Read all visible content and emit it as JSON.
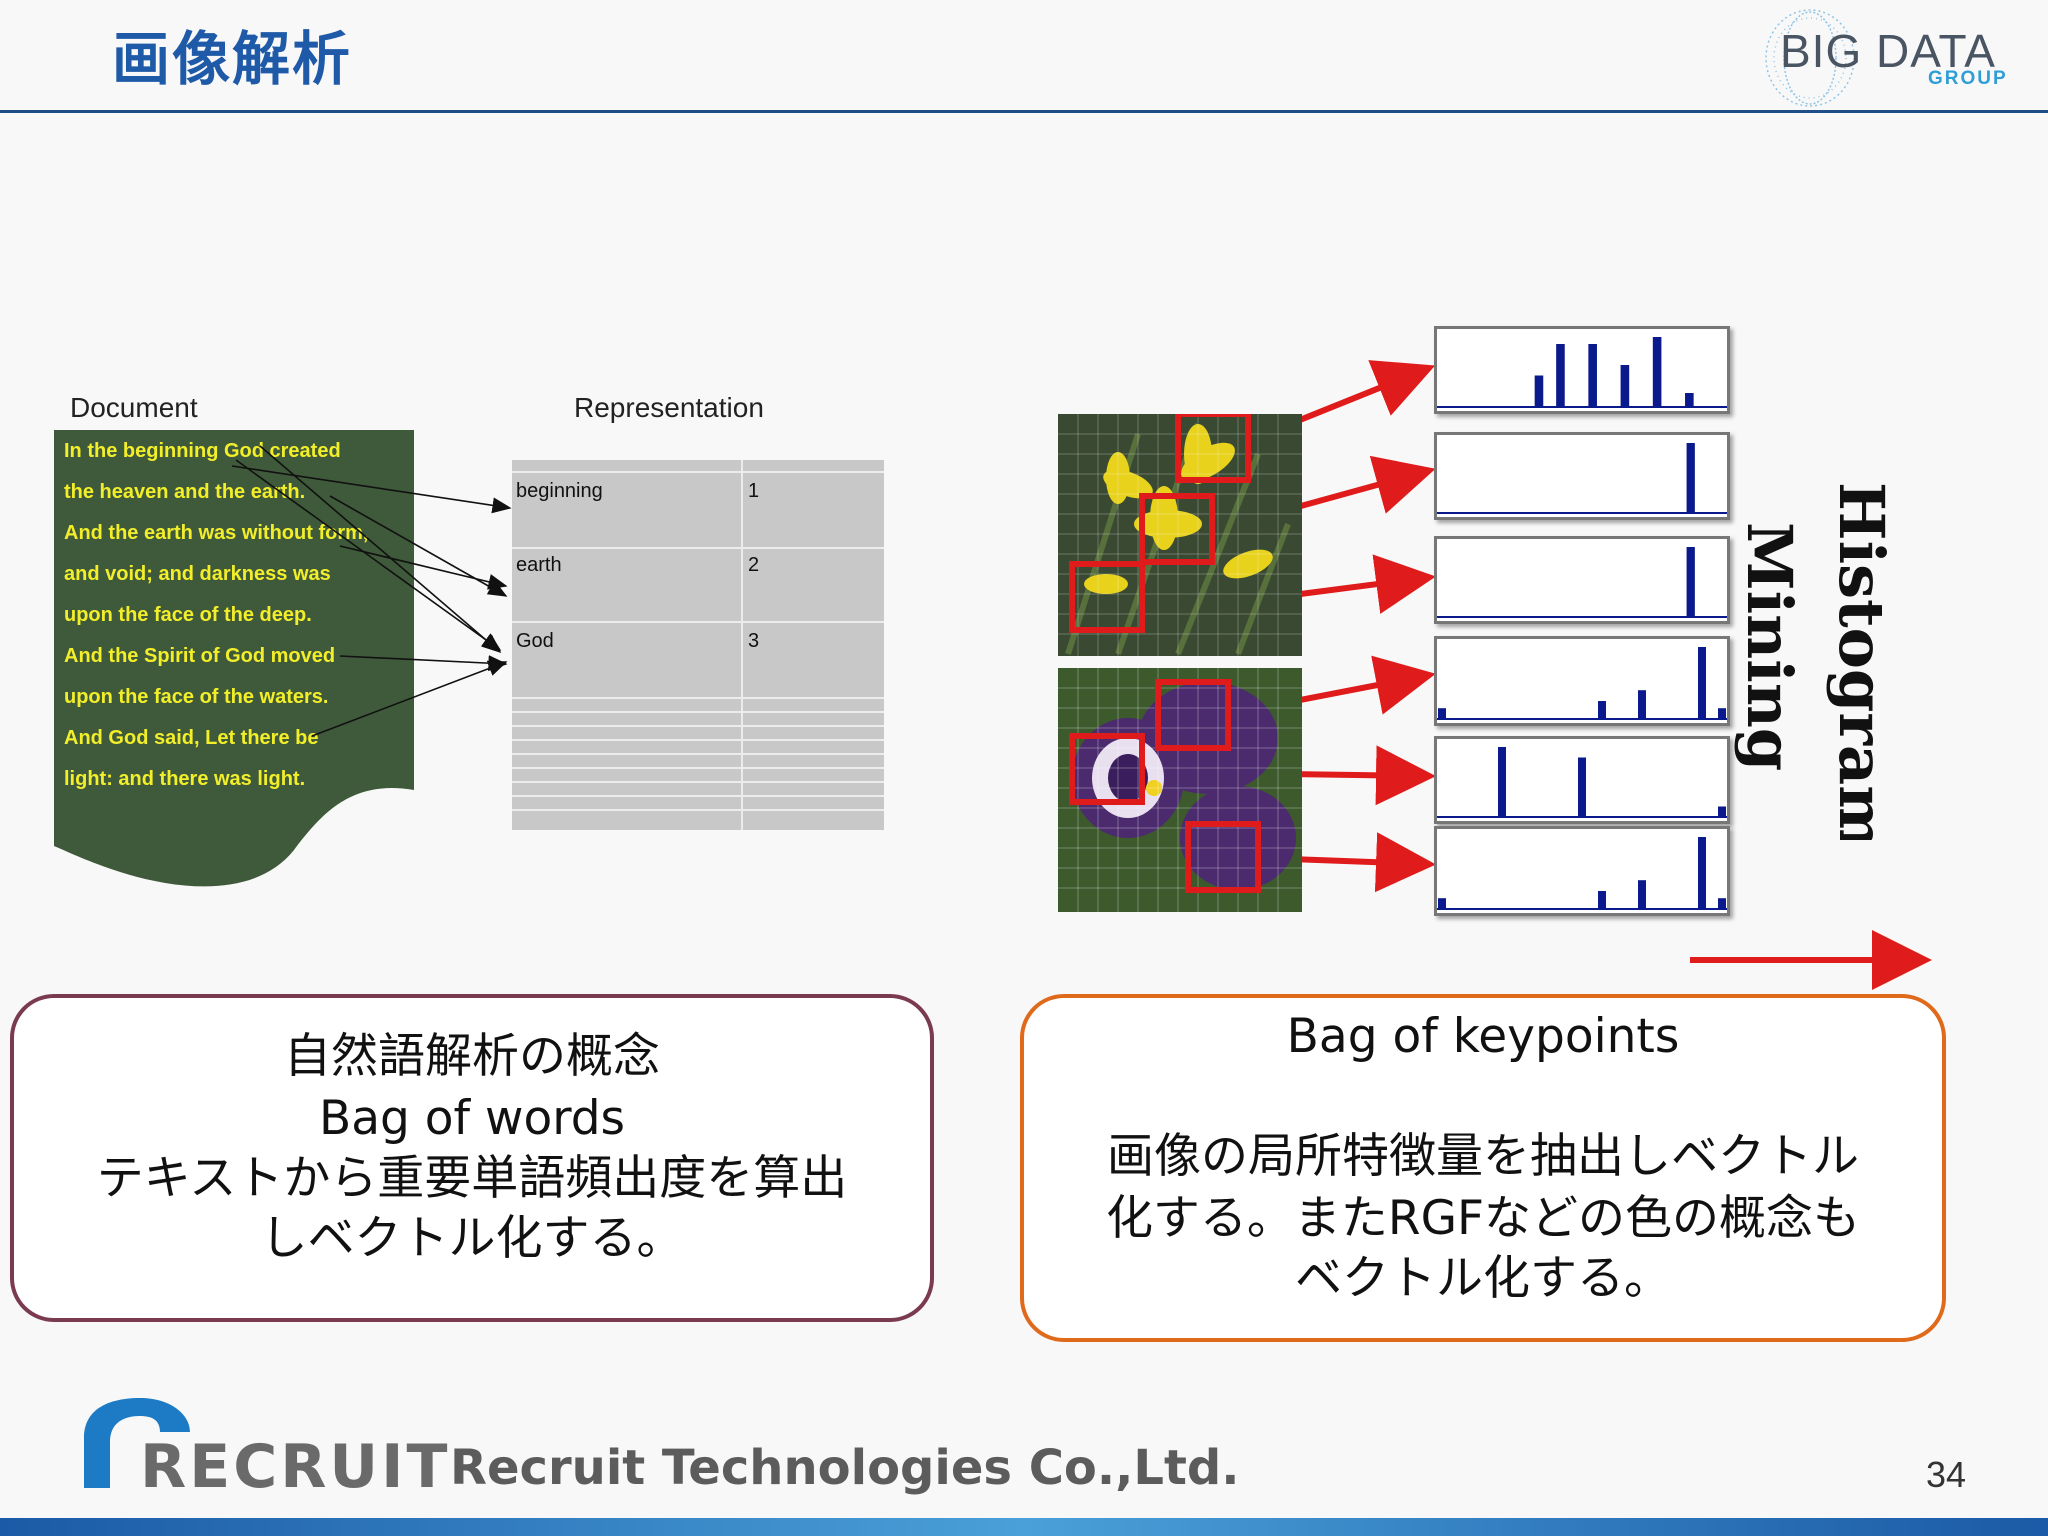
{
  "header": {
    "title": "画像解析",
    "logo_main": "BIG DATA",
    "logo_sub": "GROUP"
  },
  "diagram_left": {
    "document_label": "Document",
    "representation_label": "Representation",
    "document_lines": [
      "In the beginning God created",
      " the heaven and the earth.",
      "And the earth was without form,",
      "and void; and darkness was",
      "upon the face of the deep.",
      "And the Spirit of God moved",
      "upon the face of the waters.",
      "And God said, Let there be",
      "light: and there was light."
    ],
    "table_rows": [
      {
        "word": "beginning",
        "count": "1"
      },
      {
        "word": "earth",
        "count": "2"
      },
      {
        "word": "God",
        "count": "3"
      }
    ]
  },
  "diagram_right": {
    "vertical_label_1": "Histogram",
    "vertical_label_2": "Mining",
    "histograms": [
      [
        0,
        0,
        0,
        0,
        0,
        0,
        0,
        0,
        0,
        0.45,
        0,
        0.9,
        0,
        0,
        0.9,
        0,
        0,
        0.6,
        0,
        0,
        1,
        0,
        0,
        0.2,
        0,
        0,
        0
      ],
      [
        0,
        0,
        0,
        0,
        0,
        0,
        0,
        0,
        0,
        0,
        0,
        0,
        0,
        0,
        0,
        0,
        0,
        0,
        0,
        0,
        0,
        0,
        0,
        0,
        1,
        0,
        0,
        0
      ],
      [
        0,
        0,
        0,
        0,
        0,
        0,
        0,
        0,
        0,
        0,
        0,
        0,
        0,
        0,
        0,
        0,
        0,
        0,
        0,
        0,
        0,
        0,
        0,
        0,
        1,
        0,
        0,
        0
      ],
      [
        0.15,
        0,
        0,
        0,
        0,
        0,
        0,
        0,
        0,
        0,
        0,
        0,
        0,
        0,
        0,
        0,
        0.25,
        0,
        0,
        0,
        0.4,
        0,
        0,
        0,
        0,
        0,
        1,
        0,
        0.15
      ],
      [
        0,
        0,
        0,
        0,
        0,
        0,
        1,
        0,
        0,
        0,
        0,
        0,
        0,
        0,
        0.85,
        0,
        0,
        0,
        0,
        0,
        0,
        0,
        0,
        0,
        0,
        0,
        0,
        0,
        0.15
      ],
      [
        0.15,
        0,
        0,
        0,
        0,
        0,
        0,
        0,
        0,
        0,
        0,
        0,
        0,
        0,
        0,
        0,
        0.25,
        0,
        0,
        0,
        0.4,
        0,
        0,
        0,
        0,
        0,
        1,
        0,
        0.15
      ]
    ]
  },
  "box_left": {
    "lines": [
      "自然語解析の概念",
      "Bag of words",
      "テキストから重要単語頻出度を算出",
      "しベクトル化する。"
    ]
  },
  "box_right": {
    "lines": [
      "Bag of keypoints",
      "",
      "画像の局所特徴量を抽出しベクトル",
      "化する。またRGFなどの色の概念も",
      "ベクトル化する。"
    ]
  },
  "footer": {
    "logo_word": "RECRUIT",
    "company": "Recruit Technologies Co.,Ltd.",
    "page_number": "34"
  },
  "colors": {
    "title_blue": "#1f5aa8",
    "doc_green": "#3f5a3a",
    "doc_text_yellow": "#f2ee2a",
    "arrow_red": "#e01b1b",
    "hist_bar_blue": "#0a1a8c",
    "box_left_border": "#7a3a4f",
    "box_right_border": "#e06a1b"
  }
}
